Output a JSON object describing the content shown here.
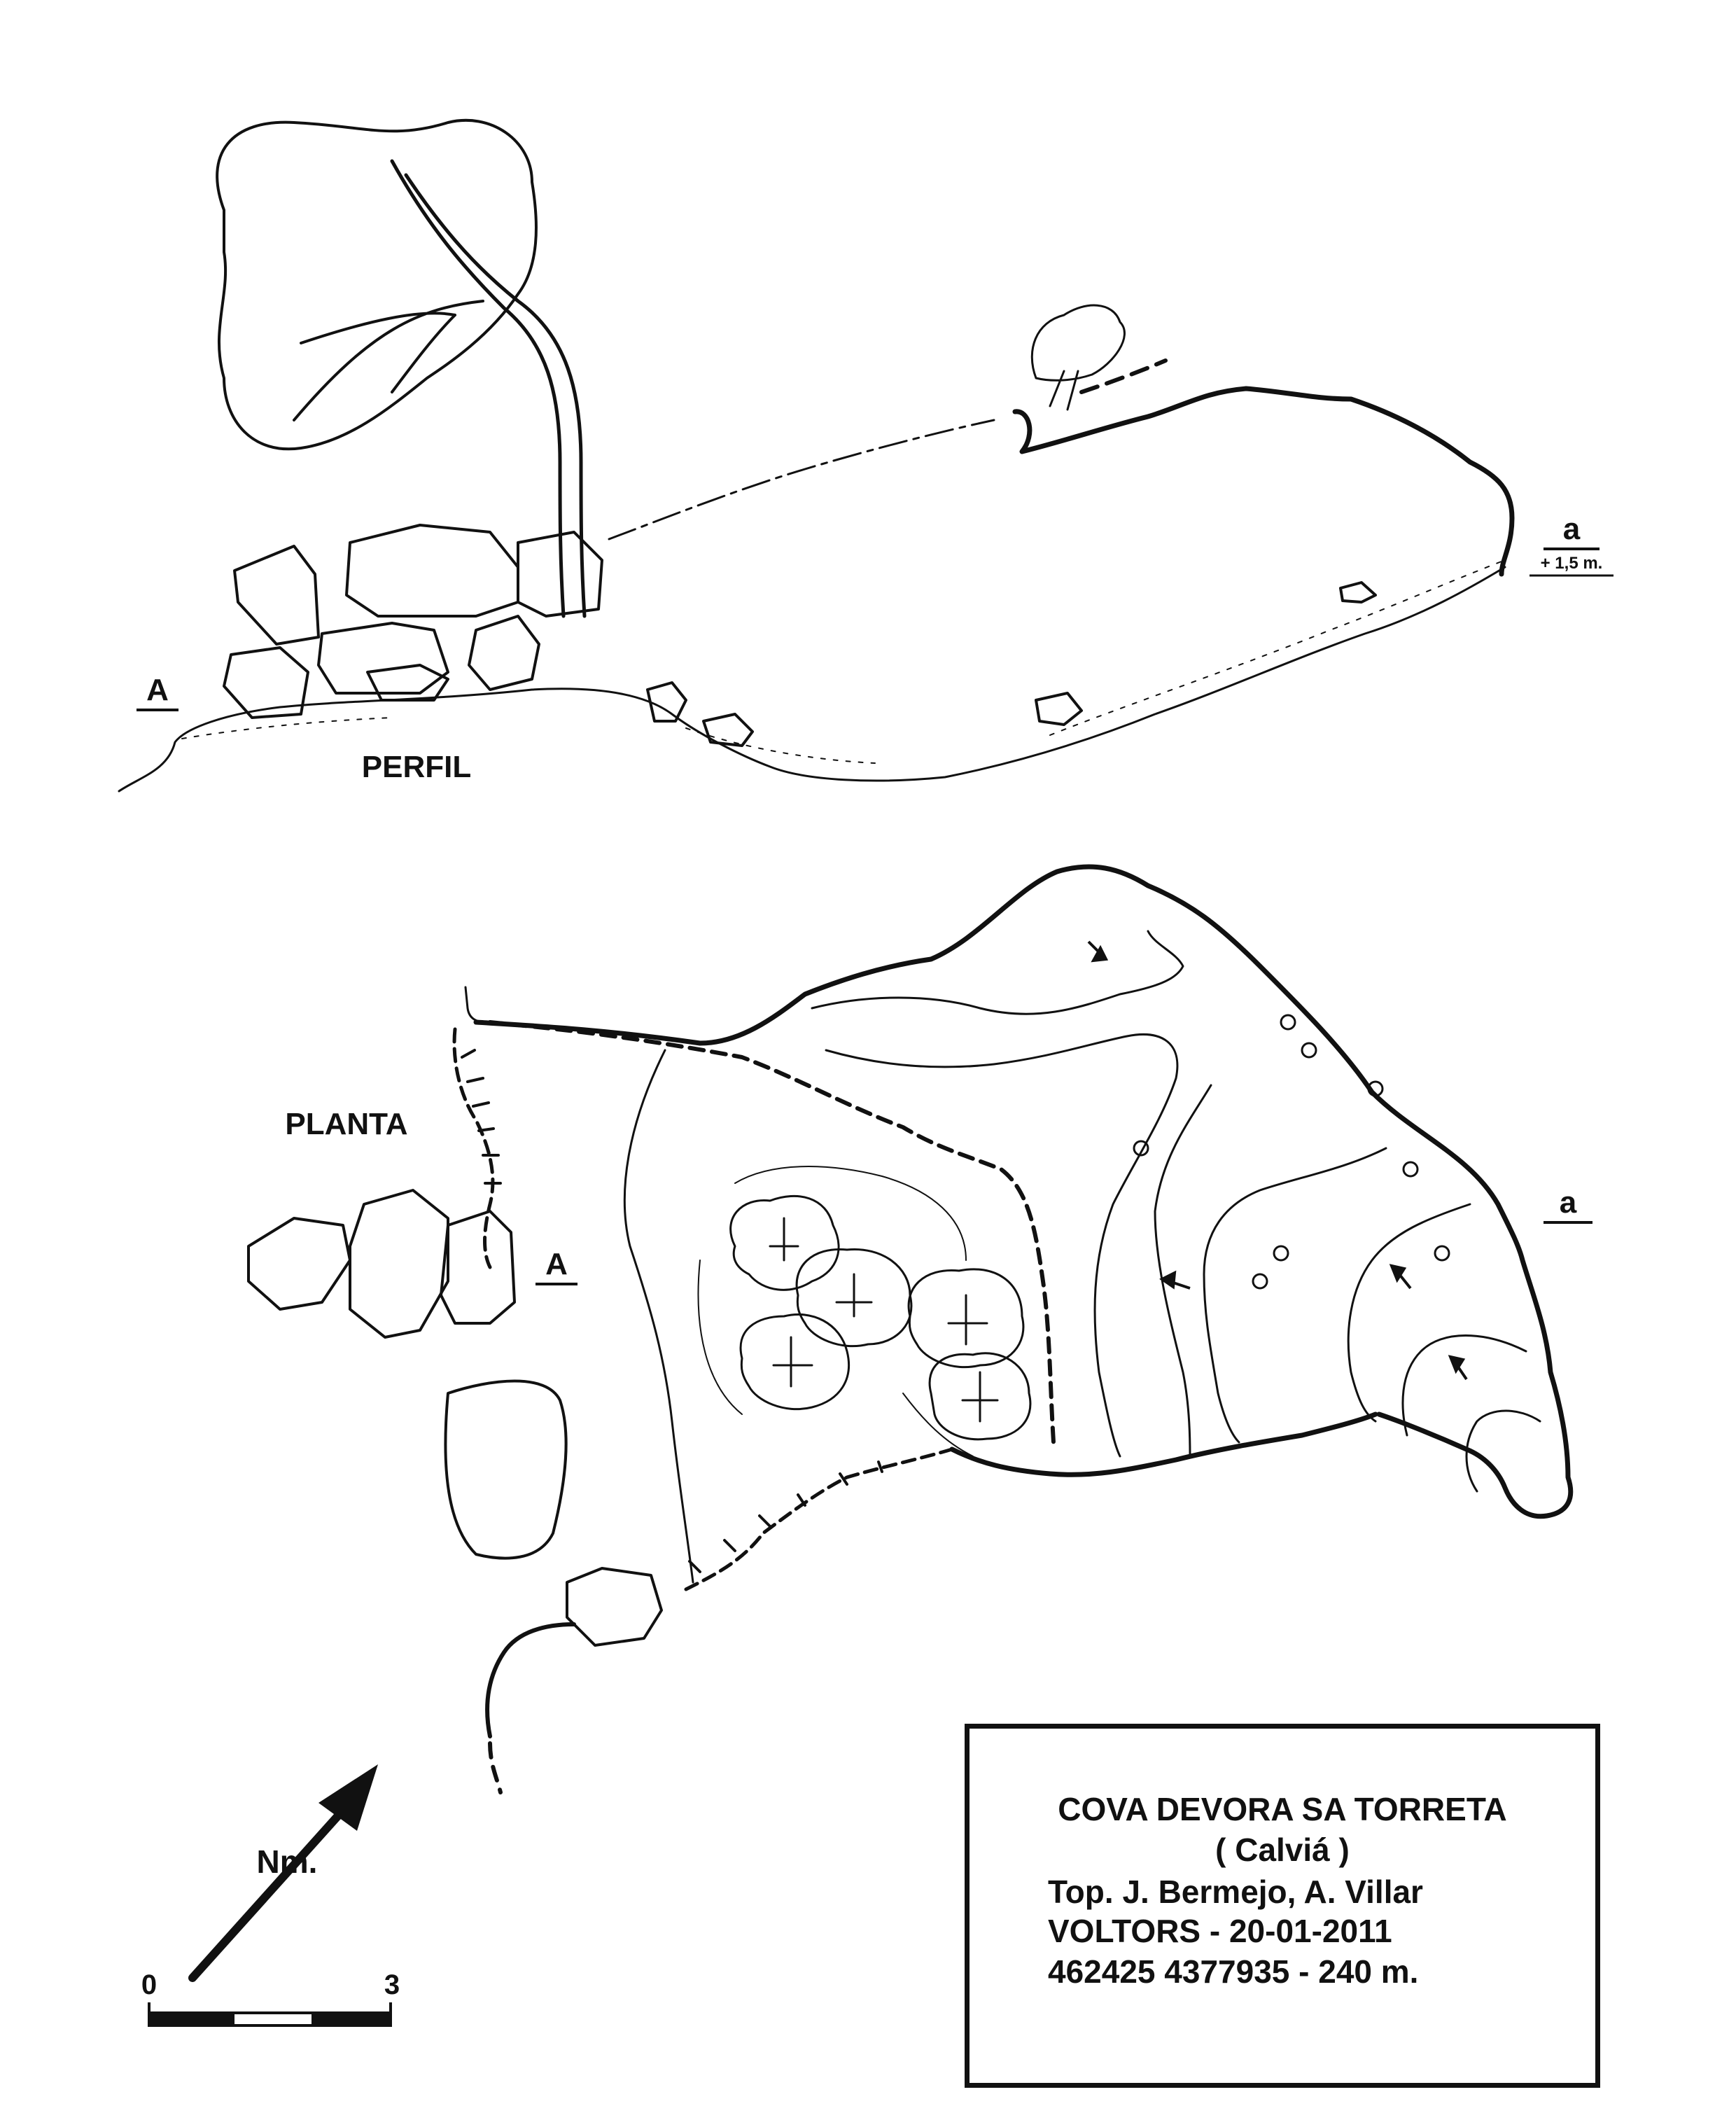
{
  "profile": {
    "label": "PERFIL",
    "start_marker": "A",
    "end_marker": "a",
    "end_offset": "+ 1,5 m."
  },
  "plan": {
    "label": "PLANTA",
    "section_start": "A",
    "section_end": "a"
  },
  "north_arrow": {
    "label": "Nm."
  },
  "scale_bar": {
    "min_label": "0",
    "max_label": "3"
  },
  "info": {
    "title": "COVA DEVORA SA TORRETA",
    "municipality": "( Calviá )",
    "surveyors": "Top. J. Bermejo, A. Villar",
    "club_date": "VOLTORS - 20-01-2011",
    "coordinates": "462425 4377935 - 240 m."
  },
  "colors": {
    "ink": "#111111",
    "paper": "#ffffff"
  }
}
